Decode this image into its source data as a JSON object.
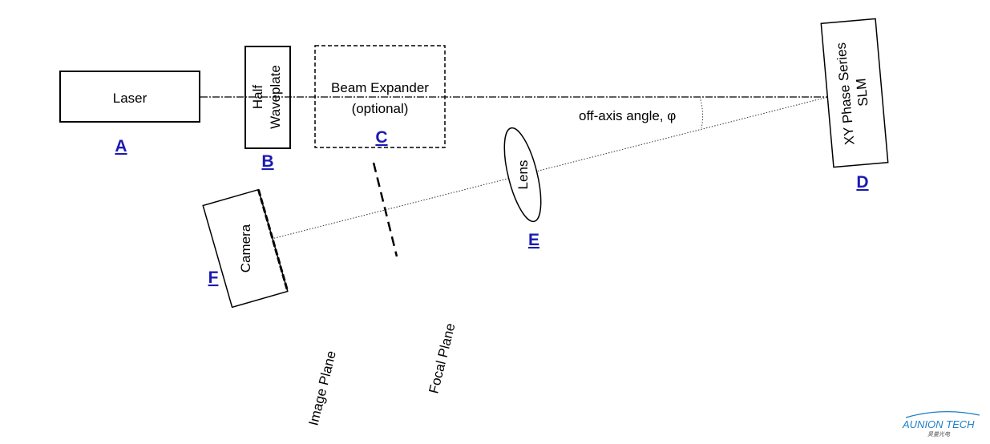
{
  "components": {
    "laser": {
      "label": "Laser",
      "tag": "A"
    },
    "half_waveplate": {
      "label_line1": "Half",
      "label_line2": "Waveplate",
      "tag": "B"
    },
    "beam_expander": {
      "label_line1": "Beam Expander",
      "label_line2": "(optional)",
      "tag": "C"
    },
    "slm": {
      "label_line1": "XY Phase Series",
      "label_line2": "SLM",
      "tag": "D"
    },
    "lens": {
      "label": "Lens",
      "tag": "E"
    },
    "camera": {
      "label": "Camera",
      "tag": "F"
    }
  },
  "annotations": {
    "angle": "off-axis angle, φ",
    "focal_plane": "Focal Plane",
    "image_plane": "Image Plane"
  },
  "logo": {
    "text": "AUNION TECH",
    "subtext": "昊量光电",
    "color": "#1e7fc8"
  },
  "link_color": "#1a1ab4"
}
